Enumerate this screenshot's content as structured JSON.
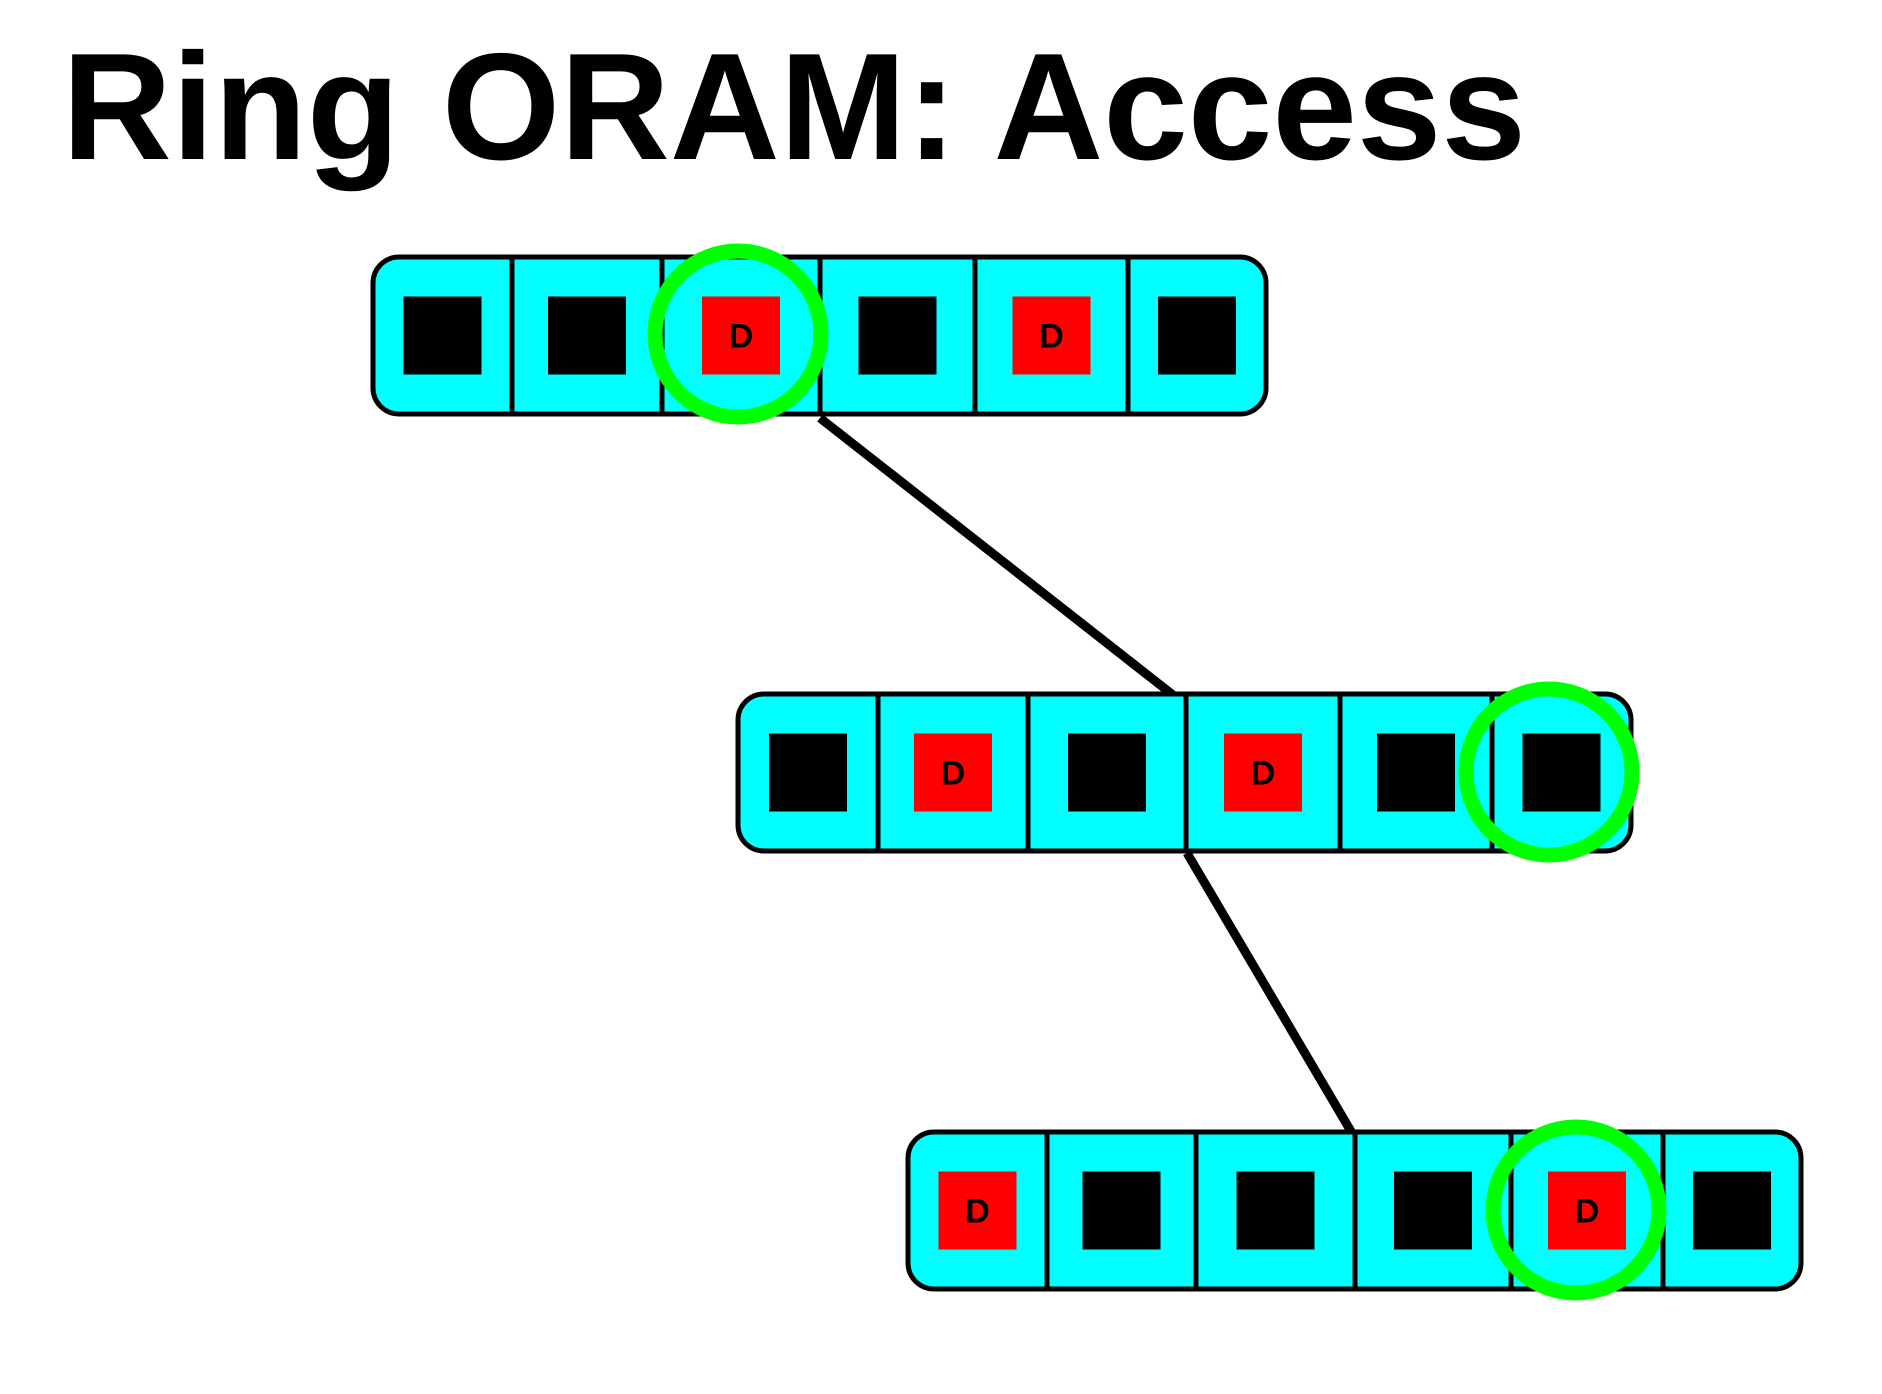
{
  "title": "Ring ORAM: Access",
  "colors": {
    "bucket_fill": "#00FFFF",
    "bucket_stroke": "#000000",
    "dummy_block": "#000000",
    "real_block": "#FF0000",
    "real_block_text": "#000000",
    "highlight_ring": "#00FF00",
    "edge": "#000000"
  },
  "buckets": [
    {
      "name": "bucket-level-0",
      "slots": [
        "dummy",
        "dummy",
        "real",
        "dummy",
        "real",
        "dummy"
      ],
      "labels": [
        "",
        "",
        "D",
        "",
        "D",
        ""
      ],
      "accessed_slot": 2
    },
    {
      "name": "bucket-level-1",
      "slots": [
        "dummy",
        "real",
        "dummy",
        "real",
        "dummy",
        "dummy"
      ],
      "labels": [
        "",
        "D",
        "",
        "D",
        "",
        ""
      ],
      "accessed_slot": 5
    },
    {
      "name": "bucket-level-2",
      "slots": [
        "real",
        "dummy",
        "dummy",
        "dummy",
        "real",
        "dummy"
      ],
      "labels": [
        "D",
        "",
        "",
        "",
        "D",
        ""
      ],
      "accessed_slot": 4
    }
  ]
}
